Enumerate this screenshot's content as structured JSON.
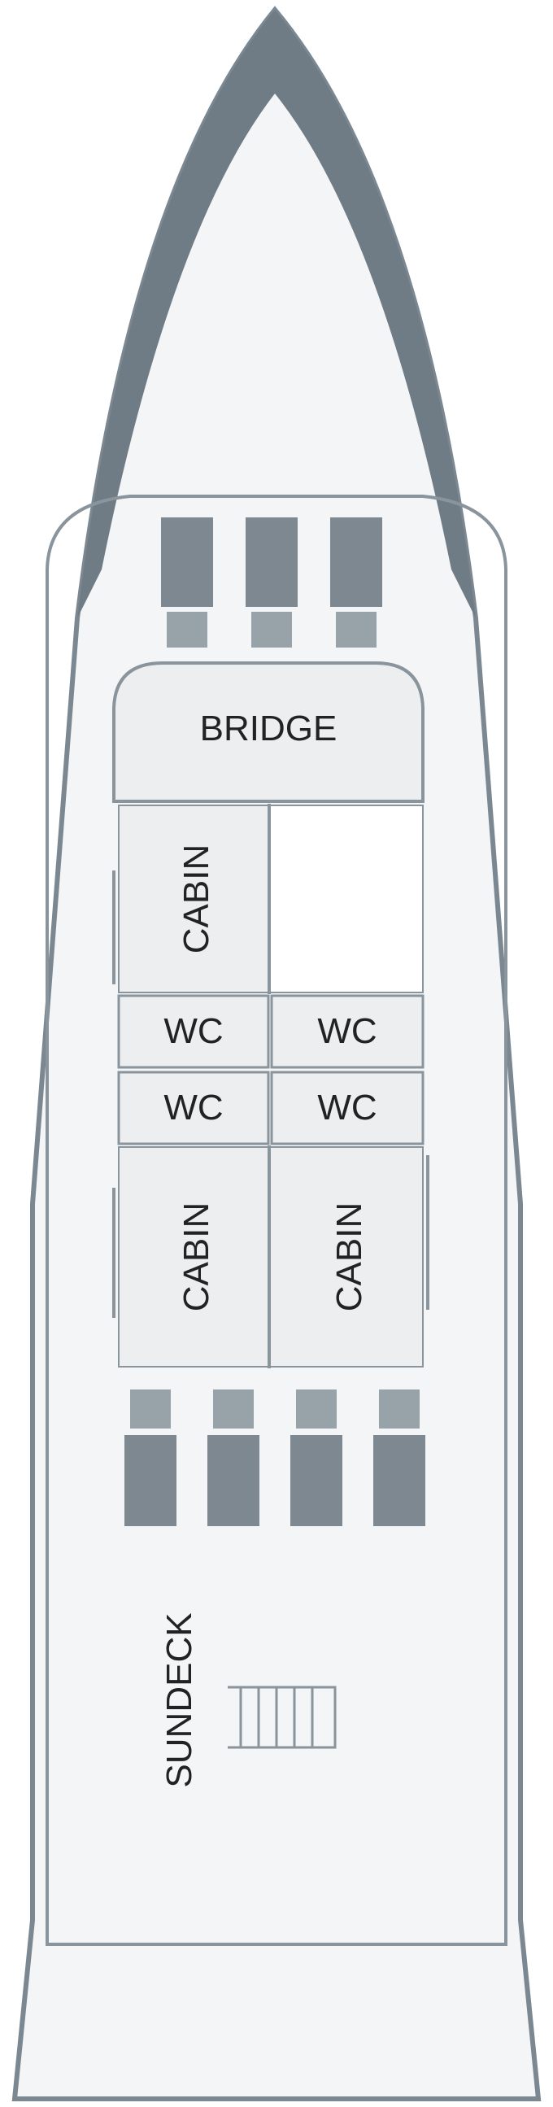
{
  "labels": {
    "bridge": "BRIDGE",
    "cabin_single": "CABIN",
    "wc_top_left": "WC",
    "wc_top_right": "WC",
    "wc_bottom_left": "WC",
    "wc_bottom_right": "WC",
    "cabin_lower_left": "CABIN",
    "cabin_lower_right": "CABIN",
    "sundeck": "SUNDECK"
  },
  "colors": {
    "hull_stroke": "#7b8791",
    "hull_fill": "#f4f5f6",
    "room_fill": "#eceeef",
    "room_stroke": "#8a949c",
    "lounger": "#7d8890",
    "lounger_light": "#98a2a9"
  }
}
